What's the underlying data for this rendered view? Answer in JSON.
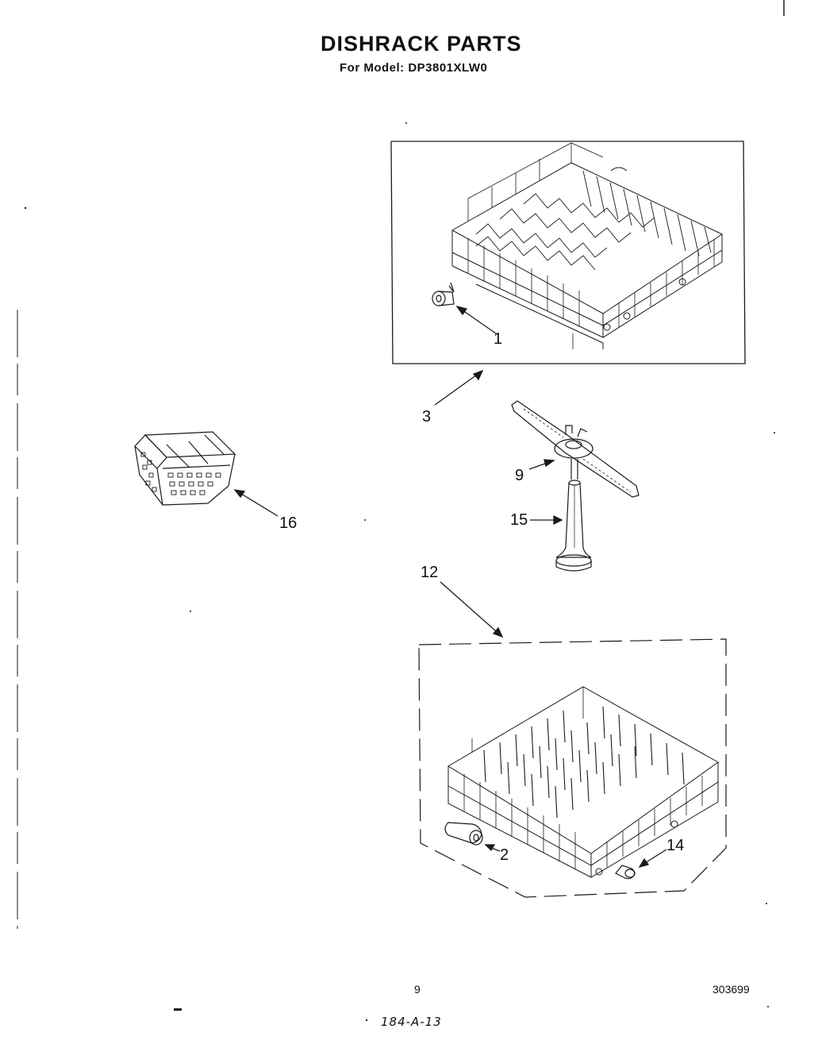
{
  "header": {
    "title": "DISHRACK PARTS",
    "subtitle": "For Model: DP3801XLW0"
  },
  "callouts": {
    "c1": "1",
    "c2": "2",
    "c3": "3",
    "c9": "9",
    "c12": "12",
    "c14": "14",
    "c15": "15",
    "c16": "16"
  },
  "footer": {
    "page_number": "9",
    "doc_number": "303699",
    "handwritten_note": "184-A-13"
  },
  "colors": {
    "ink": "#1a1a1a",
    "paper": "#ffffff"
  }
}
